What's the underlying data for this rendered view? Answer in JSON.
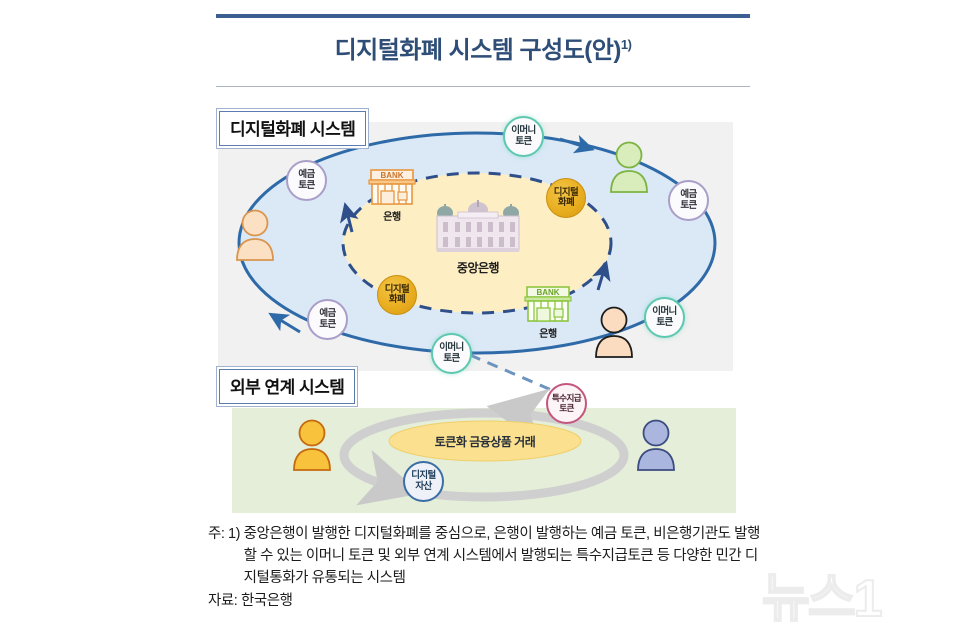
{
  "header": {
    "title": "디지털화폐 시스템 구성도(안)",
    "title_superscript": "1)"
  },
  "diagram": {
    "sections": [
      {
        "id": "digital-currency-system",
        "label": "디지털화폐 시스템"
      },
      {
        "id": "external-linked-system",
        "label": "외부 연계 시스템"
      }
    ],
    "central_bank": {
      "label": "중앙은행"
    },
    "banks": [
      {
        "id": "bank-orange",
        "label": "은행",
        "sign": "BANK",
        "color": "#e8963c"
      },
      {
        "id": "bank-green",
        "label": "은행",
        "sign": "BANK",
        "color": "#8dc63f"
      }
    ],
    "coins": [
      {
        "id": "coin-top-right",
        "line1": "디지털",
        "line2": "화폐"
      },
      {
        "id": "coin-bottom-left",
        "line1": "디지털",
        "line2": "화폐"
      }
    ],
    "tokens": [
      {
        "id": "deposit-token-top-left",
        "line1": "예금",
        "line2": "토큰",
        "type": "deposit",
        "color": "#a99ec8"
      },
      {
        "id": "deposit-token-bottom-left",
        "line1": "예금",
        "line2": "토큰",
        "type": "deposit",
        "color": "#a99ec8"
      },
      {
        "id": "deposit-token-right",
        "line1": "예금",
        "line2": "토큰",
        "type": "deposit",
        "color": "#a99ec8"
      },
      {
        "id": "emoney-token-top",
        "line1": "이머니",
        "line2": "토큰",
        "type": "emoney",
        "color": "#5ec8b0"
      },
      {
        "id": "emoney-token-right",
        "line1": "이머니",
        "line2": "토큰",
        "type": "emoney",
        "color": "#5ec8b0"
      },
      {
        "id": "emoney-token-bottom",
        "line1": "이머니",
        "line2": "토큰",
        "type": "emoney",
        "color": "#5ec8b0"
      },
      {
        "id": "special-payment-token",
        "line1": "특수지급",
        "line2": "토큰",
        "type": "special",
        "color": "#c4567e"
      },
      {
        "id": "digital-asset-token",
        "line1": "디지털",
        "line2": "자산",
        "type": "digital-asset",
        "color": "#3a6ea5"
      }
    ],
    "trade_label": "토큰화 금융상품 거래",
    "persons": [
      {
        "id": "person-left-peach",
        "color": "#fbe0c4"
      },
      {
        "id": "person-top-green",
        "color": "#d8ecbc"
      },
      {
        "id": "person-bottom-peach",
        "color": "#fbdcc0"
      },
      {
        "id": "person-external-orange",
        "color": "#f9c councils"
      },
      {
        "id": "person-external-blue",
        "color": "#aab6de"
      }
    ],
    "colors": {
      "outer_ring": "#2f6aa8",
      "outer_fill": "#dbe9f7",
      "inner_fill": "#fdeec4",
      "inner_dash": "#2f4f8a",
      "panel_top_bg": "#f1f1f1",
      "panel_bottom_bg": "#e4eed9",
      "trade_ellipse": "#fbe08f",
      "external_ring": "#cfcfcf"
    }
  },
  "footnotes": {
    "note_lead": "주: 1) ",
    "note_text": "중앙은행이 발행한 디지털화폐를 중심으로, 은행이 발행하는 예금 토큰, 비은행기관도 발행할 수 있는 이머니 토큰 및 외부 연계 시스템에서 발행되는 특수지급토큰 등 다양한 민간 디지털통화가 유통되는 시스템",
    "source_lead": "자료: ",
    "source_text": "한국은행"
  },
  "watermark": {
    "text": "뉴스1"
  }
}
